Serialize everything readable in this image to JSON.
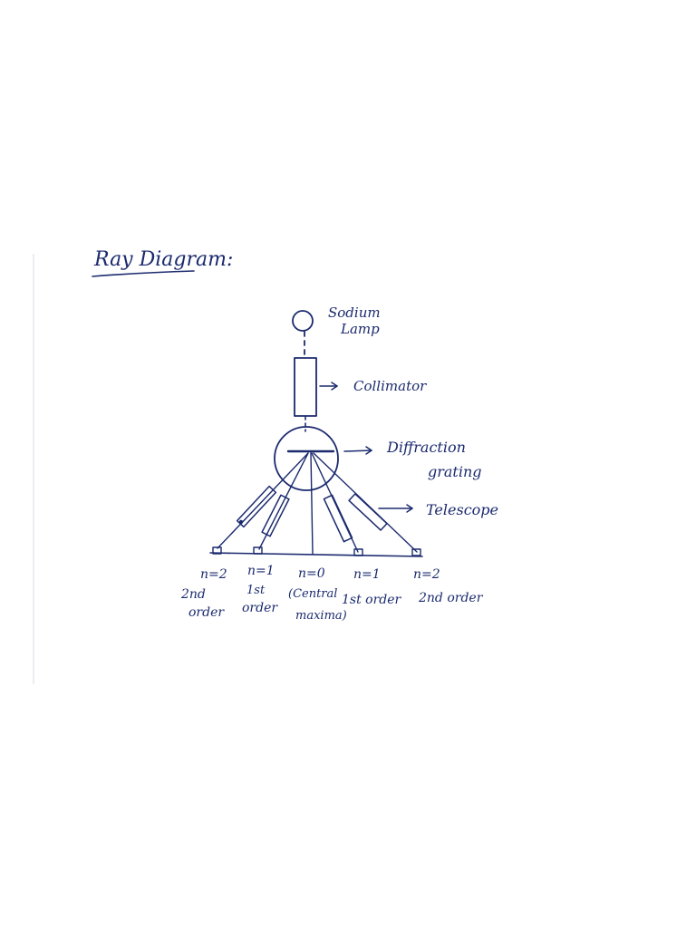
{
  "title": "Ray Diagram:",
  "colors": {
    "ink": "#1b2a6e",
    "paper": "#ffffff"
  },
  "labels": {
    "lamp_line1": "Sodium",
    "lamp_line2": "Lamp",
    "collimator": "Collimator",
    "grating_line1": "Diffraction",
    "grating_line2": "grating",
    "telescope": "Telescope"
  },
  "orders": [
    {
      "n": "n=2",
      "line1": "2nd",
      "line2": "order"
    },
    {
      "n": "n=1",
      "line1": "1st",
      "line2": "order"
    },
    {
      "n": "n=0",
      "line1": "(Central",
      "line2": "maxima)"
    },
    {
      "n": "n=1",
      "line1": "1st order",
      "line2": ""
    },
    {
      "n": "n=2",
      "line1": "2nd order",
      "line2": ""
    }
  ]
}
